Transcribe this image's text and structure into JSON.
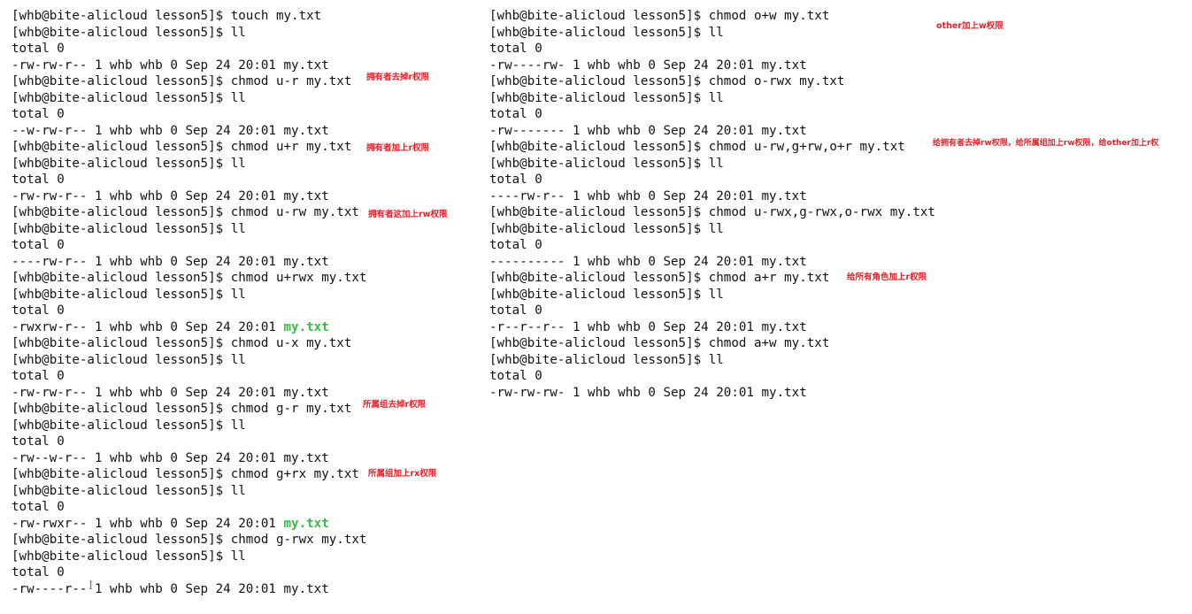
{
  "left": [
    {
      "text": "[whb@bite-alicloud lesson5]$ touch my.txt"
    },
    {
      "text": "[whb@bite-alicloud lesson5]$ ll"
    },
    {
      "text": "total 0"
    },
    {
      "text": "-rw-rw-r-- 1 whb whb 0 Sep 24 20:01 my.txt"
    },
    {
      "text": "[whb@bite-alicloud lesson5]$ chmod u-r my.txt"
    },
    {
      "text": "[whb@bite-alicloud lesson5]$ ll"
    },
    {
      "text": "total 0"
    },
    {
      "text": "--w-rw-r-- 1 whb whb 0 Sep 24 20:01 my.txt"
    },
    {
      "text": "[whb@bite-alicloud lesson5]$ chmod u+r my.txt"
    },
    {
      "text": "[whb@bite-alicloud lesson5]$ ll"
    },
    {
      "text": "total 0"
    },
    {
      "text": "-rw-rw-r-- 1 whb whb 0 Sep 24 20:01 my.txt"
    },
    {
      "text": "[whb@bite-alicloud lesson5]$ chmod u-rw my.txt"
    },
    {
      "text": "[whb@bite-alicloud lesson5]$ ll"
    },
    {
      "text": "total 0"
    },
    {
      "text": "----rw-r-- 1 whb whb 0 Sep 24 20:01 my.txt"
    },
    {
      "text": "[whb@bite-alicloud lesson5]$ chmod u+rwx my.txt"
    },
    {
      "text": "[whb@bite-alicloud lesson5]$ ll"
    },
    {
      "text": "total 0"
    },
    {
      "text": "-rwxrw-r-- 1 whb whb 0 Sep 24 20:01 ",
      "exe": "my.txt"
    },
    {
      "text": "[whb@bite-alicloud lesson5]$ chmod u-x my.txt"
    },
    {
      "text": "[whb@bite-alicloud lesson5]$ ll"
    },
    {
      "text": "total 0"
    },
    {
      "text": "-rw-rw-r-- 1 whb whb 0 Sep 24 20:01 my.txt"
    },
    {
      "text": "[whb@bite-alicloud lesson5]$ chmod g-r my.txt"
    },
    {
      "text": "[whb@bite-alicloud lesson5]$ ll"
    },
    {
      "text": "total 0"
    },
    {
      "text": "-rw--w-r-- 1 whb whb 0 Sep 24 20:01 my.txt"
    },
    {
      "text": "[whb@bite-alicloud lesson5]$ chmod g+rx my.txt"
    },
    {
      "text": "[whb@bite-alicloud lesson5]$ ll"
    },
    {
      "text": "total 0"
    },
    {
      "text": "-rw-rwxr-- 1 whb whb 0 Sep 24 20:01 ",
      "exe": "my.txt"
    },
    {
      "text": "[whb@bite-alicloud lesson5]$ chmod g-rwx my.txt"
    },
    {
      "text": "[whb@bite-alicloud lesson5]$ ll"
    },
    {
      "text": "total 0"
    },
    {
      "text": "-rw----r-- 1 whb whb 0 Sep 24 20:01 my.txt"
    }
  ],
  "right": [
    {
      "text": "[whb@bite-alicloud lesson5]$ chmod o+w my.txt"
    },
    {
      "text": "[whb@bite-alicloud lesson5]$ ll"
    },
    {
      "text": "total 0"
    },
    {
      "text": "-rw----rw- 1 whb whb 0 Sep 24 20:01 my.txt"
    },
    {
      "text": "[whb@bite-alicloud lesson5]$ chmod o-rwx my.txt"
    },
    {
      "text": "[whb@bite-alicloud lesson5]$ ll"
    },
    {
      "text": "total 0"
    },
    {
      "text": "-rw------- 1 whb whb 0 Sep 24 20:01 my.txt"
    },
    {
      "text": "[whb@bite-alicloud lesson5]$ chmod u-rw,g+rw,o+r my.txt"
    },
    {
      "text": "[whb@bite-alicloud lesson5]$ ll"
    },
    {
      "text": "total 0"
    },
    {
      "text": "----rw-r-- 1 whb whb 0 Sep 24 20:01 my.txt"
    },
    {
      "text": "[whb@bite-alicloud lesson5]$ chmod u-rwx,g-rwx,o-rwx my.txt"
    },
    {
      "text": "[whb@bite-alicloud lesson5]$ ll"
    },
    {
      "text": "total 0"
    },
    {
      "text": "---------- 1 whb whb 0 Sep 24 20:01 my.txt"
    },
    {
      "text": "[whb@bite-alicloud lesson5]$ chmod a+r my.txt"
    },
    {
      "text": "[whb@bite-alicloud lesson5]$ ll"
    },
    {
      "text": "total 0"
    },
    {
      "text": "-r--r--r-- 1 whb whb 0 Sep 24 20:01 my.txt"
    },
    {
      "text": "[whb@bite-alicloud lesson5]$ chmod a+w my.txt"
    },
    {
      "text": "[whb@bite-alicloud lesson5]$ ll"
    },
    {
      "text": "total 0"
    },
    {
      "text": "-rw-rw-rw- 1 whb whb 0 Sep 24 20:01 my.txt"
    }
  ],
  "annotations": {
    "u_minus_r": "拥有者去掉r权限",
    "u_plus_r": "拥有者加上r权限",
    "u_minus_rw": "拥有者这加上rw权限",
    "g_minus_r": "所属组去掉r权限",
    "g_plus_rx": "所属组加上rx权限",
    "o_plus_w": "other加上w权限",
    "mixed": "给拥有者去掉rw权限，给所属组加上rw权限，给other加上r权",
    "a_plus_r": "给所有角色加上r权限"
  },
  "cursor_glyph": "I",
  "colors": {
    "background": "#ffffff",
    "text": "#111111",
    "executable": "#3cb94a",
    "annotation": "#e8202a"
  }
}
